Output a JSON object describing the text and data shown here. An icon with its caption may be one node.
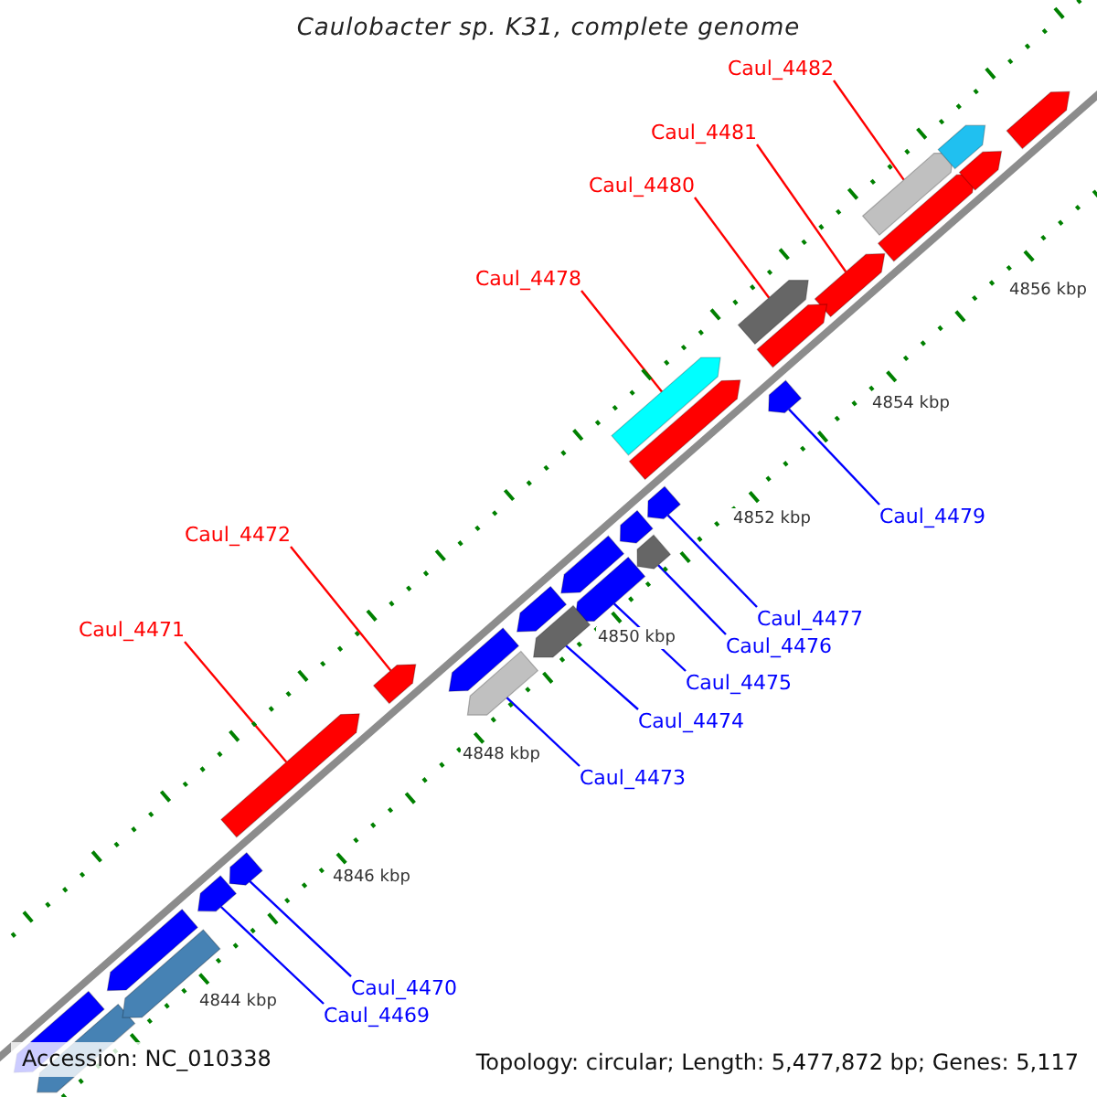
{
  "diagram": {
    "title": "Caulobacter sp. K31, complete genome",
    "nodes": [
      {
        "text": [
          "Caul_4482"
        ]
      },
      {
        "text": [],
        "shape": "box"
      },
      {
        "text": [
          "Caul_4481"
        ]
      },
      {
        "text": [],
        "shape": "box"
      },
      {
        "text": [
          "Caul_4480"
        ]
      },
      {
        "text": [],
        "shape": "box"
      },
      {
        "text": [
          "Caul_4478"
        ]
      },
      {
        "text": [],
        "shape": "box"
      },
      {
        "text": [
          "Caul_4479"
        ]
      },
      {
        "text": [],
        "shape": "box"
      },
      {
        "text": [
          "Caul_4472"
        ]
      },
      {
        "text": [],
        "shape": "box"
      },
      {
        "text": [
          "Caul_4477"
        ]
      },
      {
        "text": [],
        "shape": "box"
      },
      {
        "text": [
          "Caul_4471"
        ]
      },
      {
        "text": [],
        "shape": "box"
      },
      {
        "text": [
          "Caul_4476"
        ]
      },
      {
        "text": [],
        "shape": "box"
      },
      {
        "text": [
          "Caul_4475"
        ]
      },
      {
        "text": [],
        "shape": "box"
      },
      {
        "text": [
          "Caul_4474"
        ]
      },
      {
        "text": [],
        "shape": "box"
      },
      {
        "text": [
          "Caul_4473"
        ]
      },
      {
        "text": [],
        "shape": "box"
      },
      {
        "text": [
          "Caul_4470"
        ]
      },
      {
        "text": [],
        "shape": "box"
      },
      {
        "text": [
          "Caul_4469"
        ]
      },
      {
        "text": [],
        "shape": "box"
      },
      {
        "text": [],
        "shape": "box"
      },
      {
        "text": [],
        "shape": "box"
      },
      {
        "text": [],
        "shape": "box"
      },
      {
        "text": [],
        "shape": "box"
      },
      {
        "text": [],
        "shape": "box"
      },
      {
        "text": [],
        "shape": "box"
      },
      {
        "text": [],
        "shape": "box"
      },
      {
        "text": [],
        "shape": "box"
      },
      {
        "text": [],
        "shape": "box"
      },
      {
        "text": [],
        "shape": "box"
      },
      {
        "text": [],
        "shape": "box"
      },
      {
        "text": [],
        "shape": "box"
      },
      {
        "text": [],
        "shape": "box"
      },
      {
        "text": [],
        "shape": "box"
      }
    ],
    "edges": [
      {
        "from": 0,
        "to": 1,
        "arrow": "none",
        "color": "#ff0000"
      },
      {
        "from": 2,
        "to": 3,
        "arrow": "none",
        "color": "#ff0000"
      },
      {
        "from": 4,
        "to": 5,
        "arrow": "none",
        "color": "#ff0000"
      },
      {
        "from": 6,
        "to": 7,
        "arrow": "none",
        "color": "#ff0000"
      },
      {
        "from": 8,
        "to": 9,
        "arrow": "none"
      },
      {
        "from": 10,
        "to": 11,
        "arrow": "none",
        "color": "#ff0000"
      },
      {
        "from": 12,
        "to": 13,
        "arrow": "none"
      },
      {
        "from": 14,
        "to": 15,
        "arrow": "none",
        "color": "#ff0000"
      },
      {
        "from": 16,
        "to": 17,
        "arrow": "none"
      },
      {
        "from": 18,
        "to": 19,
        "arrow": "none"
      },
      {
        "from": 20,
        "to": 21,
        "arrow": "none"
      },
      {
        "from": 22,
        "to": 23,
        "arrow": "none"
      },
      {
        "from": 24,
        "to": 25,
        "arrow": "none"
      },
      {
        "from": 26,
        "to": 27,
        "arrow": "none"
      }
    ],
    "labels": [
      "4856 kbp",
      "4854 kbp",
      "4852 kbp",
      "4850 kbp",
      "4848 kbp",
      "4846 kbp",
      "4844 kbp",
      "Accession: NC_010338",
      "Topology: circular; Length: 5,477,872 bp; Genes: 5,117"
    ]
  }
}
